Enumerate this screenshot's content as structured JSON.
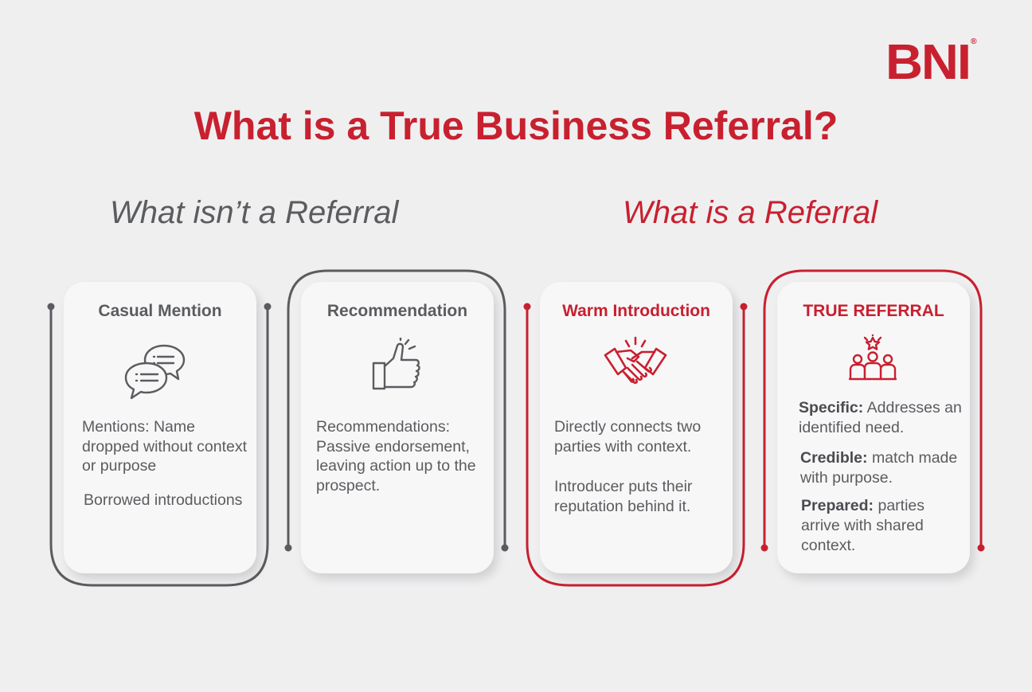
{
  "brand": {
    "logo_text": "BNI",
    "logo_reg": "®",
    "red": "#c8202f",
    "gray": "#5b5c5f"
  },
  "title": "What is a True Business Referral?",
  "subheadings": {
    "left": "What isn’t a Referral",
    "right": "What is a Referral"
  },
  "cards": [
    {
      "title": "Casual Mention",
      "icon": "speech-bubbles-icon",
      "lines": [
        "Mentions: Name dropped without context or purpose",
        "Borrowed introductions"
      ]
    },
    {
      "title": "Recommendation",
      "icon": "thumbs-up-icon",
      "lines": [
        "Recommendations: Passive endorsement, leaving action up to the prospect."
      ]
    },
    {
      "title": "Warm Introduction",
      "icon": "handshake-icon",
      "lines": [
        "Directly connects two parties with context.",
        "Introducer puts their reputation behind it."
      ]
    },
    {
      "title": "TRUE REFERRAL",
      "icon": "group-star-icon",
      "items": [
        {
          "label": "Specific:",
          "text": "Addresses an identified need."
        },
        {
          "label": "Credible:",
          "text": "match made with purpose."
        },
        {
          "label": "Prepared:",
          "text": "parties arrive with shared context."
        }
      ]
    }
  ]
}
